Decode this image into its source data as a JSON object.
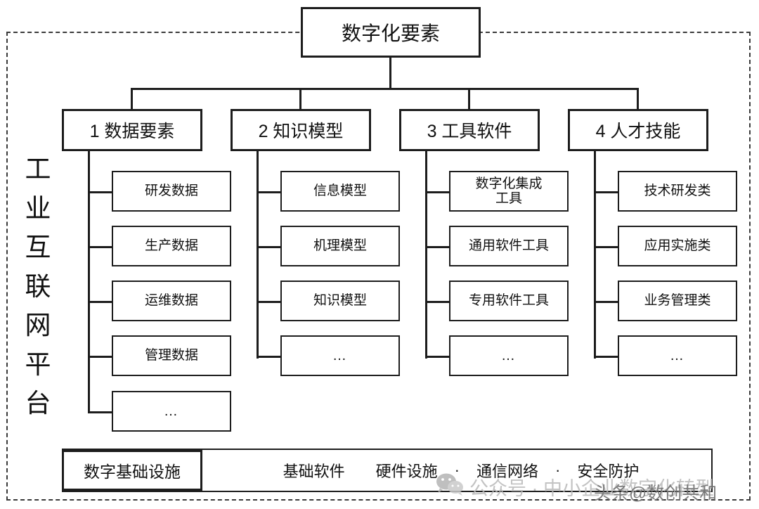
{
  "diagram": {
    "title": "数字化要素",
    "platform_label": "工业互联网平台",
    "platform_label_chars": [
      "工",
      "业",
      "互",
      "联",
      "网",
      "平",
      "台"
    ],
    "categories": [
      {
        "label": "1 数据要素",
        "items": [
          "研发数据",
          "生产数据",
          "运维数据",
          "管理数据",
          "…"
        ]
      },
      {
        "label": "2 知识模型",
        "items": [
          "信息模型",
          "机理模型",
          "知识模型",
          "…"
        ]
      },
      {
        "label": "3 工具软件",
        "items": [
          "数字化集成\n工具",
          "通用软件工具",
          "专用软件工具",
          "…"
        ]
      },
      {
        "label": "4 人才技能",
        "items": [
          "技术研发类",
          "应用实施类",
          "业务管理类",
          "…"
        ]
      }
    ],
    "infrastructure": {
      "label": "数字基础设施",
      "items": [
        "基础软件",
        "硬件设施",
        "通信网络",
        "安全防护"
      ],
      "separator": "·"
    }
  },
  "watermarks": {
    "wechat_icon": "wechat-icon",
    "wechat_text": "公众号 · 中小企业数字化转型",
    "toutiao_text": "头条@数创共和"
  },
  "colors": {
    "line": "#1d1d1d",
    "frame": "#3a3a3a",
    "background": "#ffffff",
    "watermark": "#b9b9b9"
  }
}
